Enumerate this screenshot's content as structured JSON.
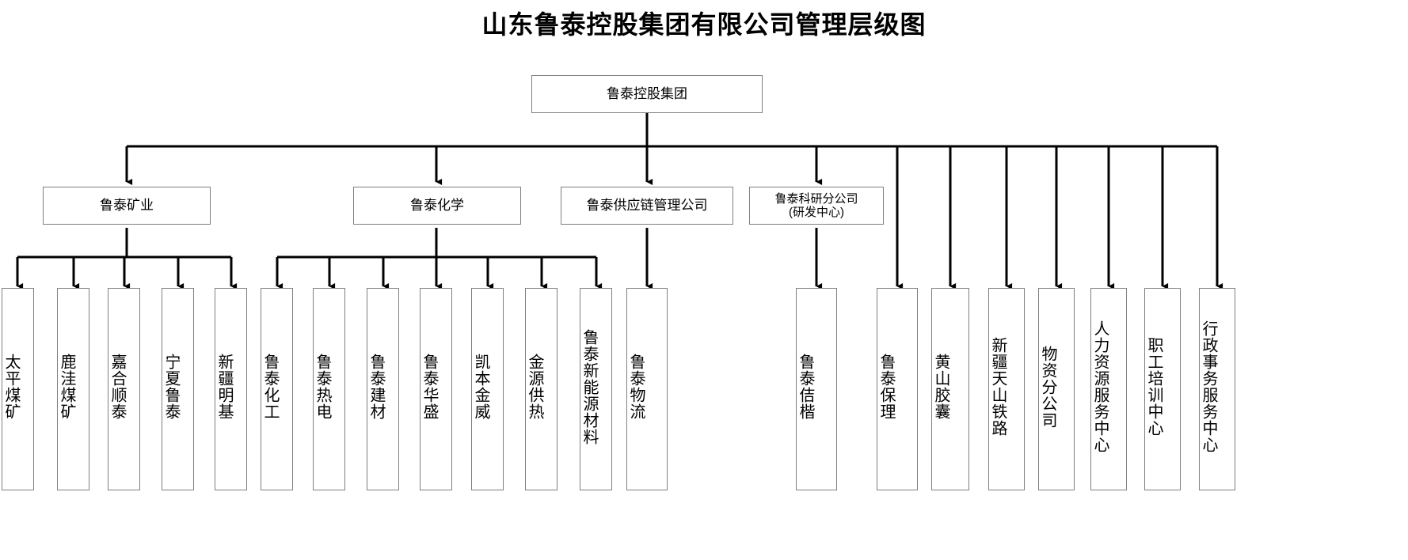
{
  "title": "山东鲁泰控股集团有限公司管理层级图",
  "colors": {
    "box_border": "#7f7f7f",
    "connector": "#000000",
    "background": "#ffffff",
    "text": "#000000"
  },
  "root": {
    "label": "鲁泰控股集团"
  },
  "divisions": [
    {
      "id": "mining",
      "label": "鲁泰矿业"
    },
    {
      "id": "chemical",
      "label": "鲁泰化学"
    },
    {
      "id": "supply",
      "label": "鲁泰供应链管理公司"
    },
    {
      "id": "research",
      "label": "鲁泰科研分公司",
      "sublabel": "(研发中心)"
    }
  ],
  "leaves": {
    "mining": [
      {
        "label": "太平煤矿"
      },
      {
        "label": "鹿洼煤矿"
      },
      {
        "label": "嘉合顺泰"
      },
      {
        "label": "宁夏鲁泰"
      },
      {
        "label": "新疆明基"
      }
    ],
    "chemical": [
      {
        "label": "鲁泰化工"
      },
      {
        "label": "鲁泰热电"
      },
      {
        "label": "鲁泰建材"
      },
      {
        "label": "鲁泰华盛"
      },
      {
        "label": "凯本金威"
      },
      {
        "label": "金源供热"
      },
      {
        "label": "鲁泰新能源材料"
      }
    ],
    "supply": [
      {
        "label": "鲁泰物流"
      }
    ],
    "research": [
      {
        "label": "鲁泰佶楷"
      }
    ],
    "group_direct": [
      {
        "label": "鲁泰保理"
      },
      {
        "label": "黄山胶囊"
      },
      {
        "label": "新疆天山铁路"
      },
      {
        "label": "物资分公司"
      },
      {
        "label": "人力资源服务中心"
      },
      {
        "label": "职工培训中心"
      },
      {
        "label": "行政事务服务中心"
      }
    ]
  },
  "chart_data": {
    "type": "diagram",
    "diagram_type": "organization-chart",
    "title": "山东鲁泰控股集团有限公司管理层级图",
    "levels": 3,
    "nodes": [
      {
        "id": "root",
        "label": "鲁泰控股集团",
        "level": 0,
        "parent": null
      },
      {
        "id": "mining",
        "label": "鲁泰矿业",
        "level": 1,
        "parent": "root"
      },
      {
        "id": "chemical",
        "label": "鲁泰化学",
        "level": 1,
        "parent": "root"
      },
      {
        "id": "supply",
        "label": "鲁泰供应链管理公司",
        "level": 1,
        "parent": "root"
      },
      {
        "id": "research",
        "label": "鲁泰科研分公司(研发中心)",
        "level": 1,
        "parent": "root"
      },
      {
        "id": "l1",
        "label": "太平煤矿",
        "level": 2,
        "parent": "mining"
      },
      {
        "id": "l2",
        "label": "鹿洼煤矿",
        "level": 2,
        "parent": "mining"
      },
      {
        "id": "l3",
        "label": "嘉合顺泰",
        "level": 2,
        "parent": "mining"
      },
      {
        "id": "l4",
        "label": "宁夏鲁泰",
        "level": 2,
        "parent": "mining"
      },
      {
        "id": "l5",
        "label": "新疆明基",
        "level": 2,
        "parent": "mining"
      },
      {
        "id": "l6",
        "label": "鲁泰化工",
        "level": 2,
        "parent": "chemical"
      },
      {
        "id": "l7",
        "label": "鲁泰热电",
        "level": 2,
        "parent": "chemical"
      },
      {
        "id": "l8",
        "label": "鲁泰建材",
        "level": 2,
        "parent": "chemical"
      },
      {
        "id": "l9",
        "label": "鲁泰华盛",
        "level": 2,
        "parent": "chemical"
      },
      {
        "id": "l10",
        "label": "凯本金威",
        "level": 2,
        "parent": "chemical"
      },
      {
        "id": "l11",
        "label": "金源供热",
        "level": 2,
        "parent": "chemical"
      },
      {
        "id": "l12",
        "label": "鲁泰新能源材料",
        "level": 2,
        "parent": "chemical"
      },
      {
        "id": "l13",
        "label": "鲁泰物流",
        "level": 2,
        "parent": "supply"
      },
      {
        "id": "l14",
        "label": "鲁泰佶楷",
        "level": 2,
        "parent": "research"
      },
      {
        "id": "l15",
        "label": "鲁泰保理",
        "level": 2,
        "parent": "root"
      },
      {
        "id": "l16",
        "label": "黄山胶囊",
        "level": 2,
        "parent": "root"
      },
      {
        "id": "l17",
        "label": "新疆天山铁路",
        "level": 2,
        "parent": "root"
      },
      {
        "id": "l18",
        "label": "物资分公司",
        "level": 2,
        "parent": "root"
      },
      {
        "id": "l19",
        "label": "人力资源服务中心",
        "level": 2,
        "parent": "root"
      },
      {
        "id": "l20",
        "label": "职工培训中心",
        "level": 2,
        "parent": "root"
      },
      {
        "id": "l21",
        "label": "行政事务服务中心",
        "level": 2,
        "parent": "root"
      }
    ]
  }
}
